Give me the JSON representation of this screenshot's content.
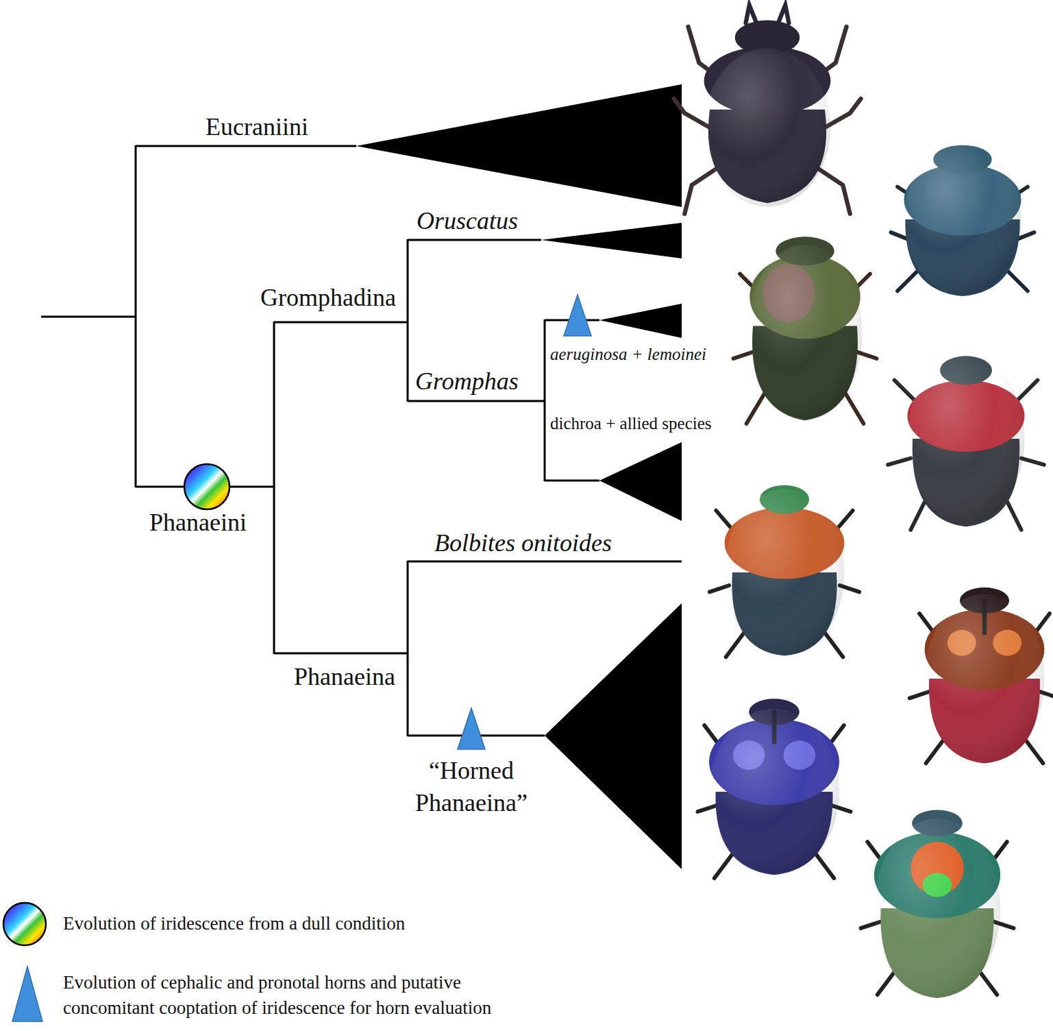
{
  "diagram": {
    "labels": [
      "Eucraniini",
      "Oruscatus",
      "Gromphadina",
      "aeruginosa + lemoinei",
      "Gromphas",
      "dichroa + allied species",
      "Phanaeini",
      "Bolbites onitoides",
      "Phanaeina",
      "“Horned Phanaeina”"
    ],
    "legend": [
      {
        "text": "Evolution of iridescence from a dull condition"
      },
      {
        "text": "Evolution of cephalic and pronotal horns and putative concomitant cooptation of iridescence for horn evaluation"
      }
    ]
  }
}
